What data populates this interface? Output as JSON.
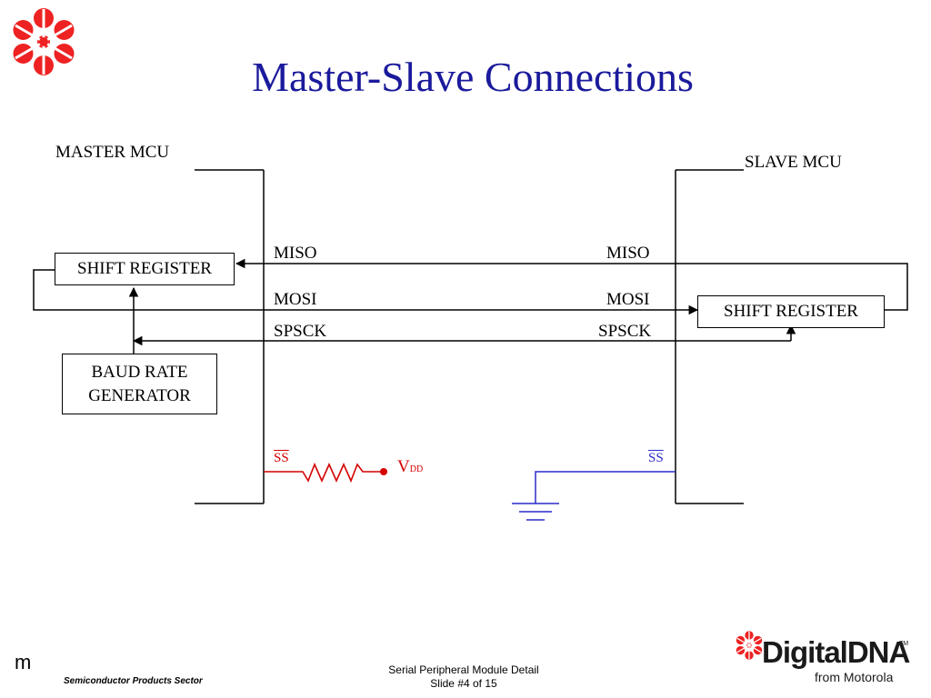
{
  "slide": {
    "title": "Master-Slave Connections",
    "footer": {
      "m_mark": "m",
      "sector": "Semiconductor Products Sector",
      "module_title": "Serial Peripheral Module Detail",
      "slide_number": "Slide #4 of 15",
      "brand_digital": "Digital",
      "brand_dna": "DNA",
      "brand_tm": "TM",
      "brand_from": "from Motorola"
    }
  },
  "diagram": {
    "master_label": "MASTER MCU",
    "slave_label": "SLAVE MCU",
    "master_shift_register": "SHIFT REGISTER",
    "slave_shift_register": "SHIFT REGISTER",
    "baud_rate_line1": "BAUD RATE",
    "baud_rate_line2": "GENERATOR",
    "miso_master": "MISO",
    "miso_slave": "MISO",
    "mosi_master": "MOSI",
    "mosi_slave": "MOSI",
    "spsck_master": "SPSCK",
    "spsck_slave": "SPSCK",
    "ss_master": "SS",
    "ss_slave": "SS",
    "vdd_v": "V",
    "vdd_sub": "DD"
  },
  "colors": {
    "title": "#1a1a9c",
    "vdd_wire": "#d40000",
    "ground_wire": "#2a2acc",
    "logo_red": "#ee2222"
  }
}
